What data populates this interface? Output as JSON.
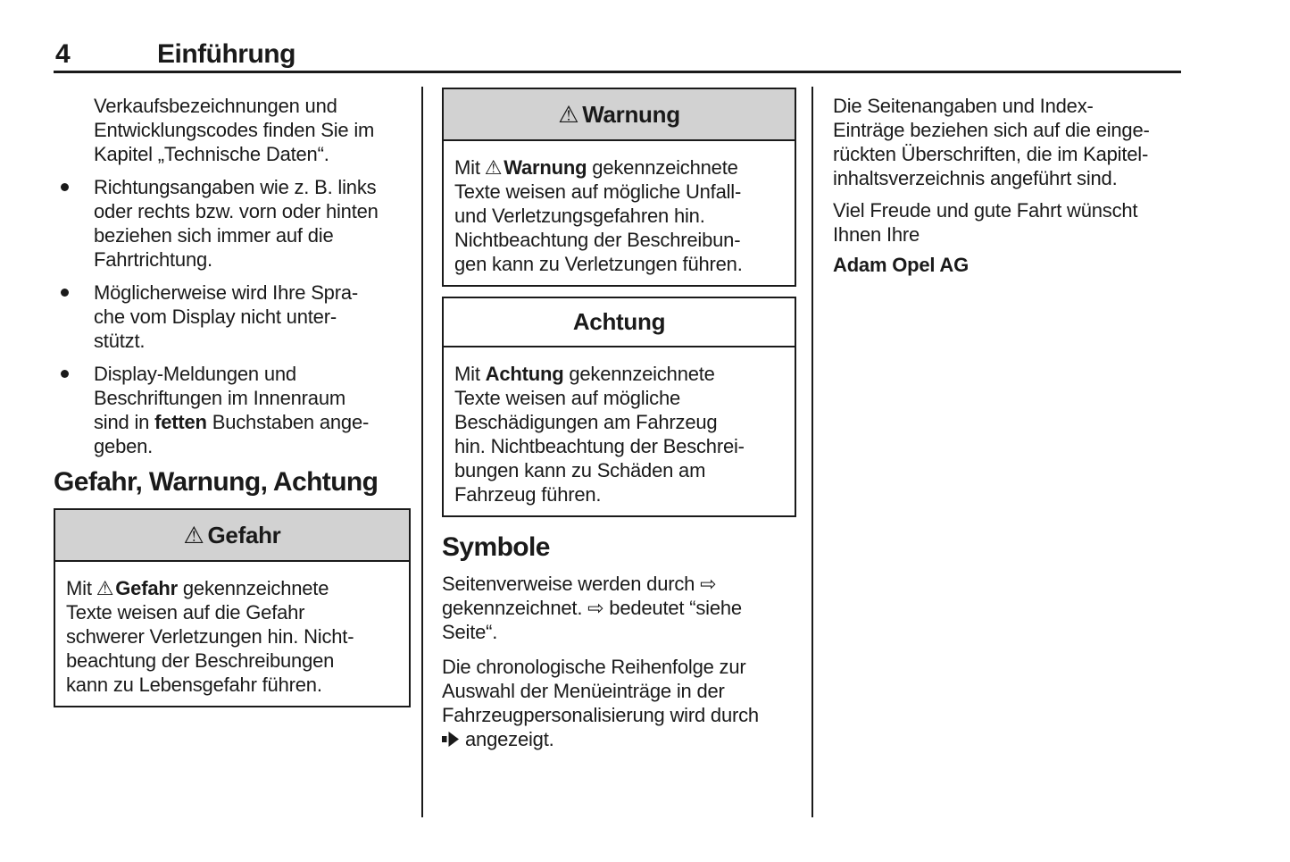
{
  "header": {
    "page_number": "4",
    "chapter": "Einführung"
  },
  "icons": {
    "warning_triangle": "⚠",
    "page_reference_arrow": "⇨",
    "menu_sequence_arrow": "filled-right-arrow"
  },
  "colors": {
    "box_header_gray": "#d2d2d2",
    "text": "#1a1a1a"
  },
  "col1": {
    "intro_lines": [
      "Verkaufsbezeichnungen und",
      "Entwicklungscodes finden Sie im",
      "Kapitel „Technische Daten“."
    ],
    "bullet1_lines": [
      "Richtungsangaben wie z. B. links",
      "oder rechts bzw. vorn oder hinten",
      "beziehen sich immer auf die",
      "Fahrtrichtung."
    ],
    "bullet2_lines": [
      "Möglicherweise wird Ihre Spra-",
      "che vom Display nicht unter-",
      "stützt."
    ],
    "bullet3": {
      "lines_before": [
        "Display-Meldungen und",
        "Beschriftungen im Innenraum"
      ],
      "inline_pre": "sind in ",
      "inline_bold": "fetten",
      "inline_post": " Buchstaben ange-",
      "lines_after": [
        "geben."
      ]
    },
    "section_heading": "Gefahr, Warnung, Achtung"
  },
  "boxes": {
    "gefahr": {
      "triangle": "⚠",
      "title": "Gefahr",
      "line1": {
        "pre": "Mit",
        "triangle": "⚠",
        "keyword": "Gefahr",
        "post": " gekennzeichnete"
      },
      "lines": [
        "Texte weisen auf die Gefahr",
        "schwerer Verletzungen hin. Nicht-",
        "beachtung der Beschreibungen",
        "kann zu Lebensgefahr führen."
      ]
    },
    "warnung": {
      "triangle": "⚠",
      "title": "Warnung",
      "line1": {
        "pre": "Mit",
        "triangle": "⚠",
        "keyword": "Warnung",
        "post": " gekennzeichnete"
      },
      "lines": [
        "Texte weisen auf mögliche Unfall-",
        "und Verletzungsgefahren hin.",
        "Nichtbeachtung der Beschreibun-",
        "gen kann zu Verletzungen führen."
      ]
    },
    "achtung": {
      "title": "Achtung",
      "line1": {
        "pre": "Mit ",
        "keyword": "Achtung",
        "post": " gekennzeichnete"
      },
      "lines": [
        "Texte weisen auf mögliche",
        "Beschädigungen am Fahrzeug",
        "hin. Nichtbeachtung der Beschrei-",
        "bungen kann zu Schäden am",
        "Fahrzeug führen."
      ]
    }
  },
  "symbole": {
    "heading": "Symbole",
    "p1_lines": [
      "Seitenverweise werden durch ⇨",
      "gekennzeichnet. ⇨ bedeutet “siehe",
      "Seite“."
    ],
    "p2_lines": [
      "Die chronologische Reihenfolge zur",
      "Auswahl der Menüeinträge in der",
      "Fahrzeugpersonalisierung wird durch"
    ],
    "p2_suffix": "angezeigt."
  },
  "col3": {
    "p1_lines": [
      "Die Seitenangaben und Index-",
      "Einträge beziehen sich auf die einge-",
      "rückten Überschriften, die im Kapitel-",
      "inhaltsverzeichnis angeführt sind."
    ],
    "p2_lines": [
      "Viel Freude und gute Fahrt wünscht",
      "Ihnen Ihre"
    ],
    "signature": "Adam Opel AG"
  }
}
